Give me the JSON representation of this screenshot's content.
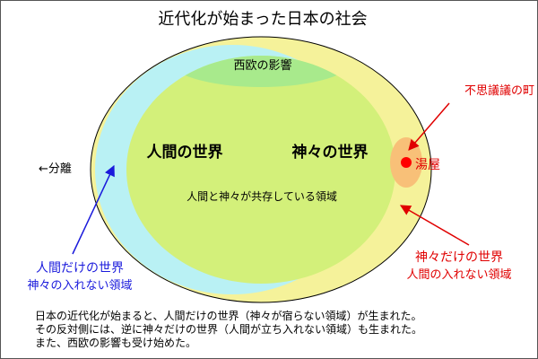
{
  "title": "近代化が始まった日本の社会",
  "colors": {
    "outer_fill": "#f5f29a",
    "human_region_fill": "#b9f1f4",
    "overlap_fill": "#d3f07a",
    "west_influence_fill": "#a8ea8c",
    "yuya_glow": "#f8c078",
    "yuya_dot": "#ff0000",
    "red_text": "#e00000",
    "blue_text": "#1a1adc"
  },
  "regions": {
    "west_influence": "西欧の影響",
    "human_world": "人間の世界",
    "gods_world": "神々の世界",
    "coexist": "人間と神々が共存している領域"
  },
  "labels": {
    "separation": "←分離",
    "mysterious_town": "不思議議の町",
    "yuya": "湯屋",
    "gods_only_title": "神々だけの世界",
    "gods_only_sub": "人間の入れない領域",
    "human_only_title": "人間だけの世界",
    "human_only_sub": "神々の入れない領域"
  },
  "caption": [
    "日本の近代化が始まると、人間だけの世界（神々が宿らない領域）が生まれた。",
    "その反対側には、逆に神々だけの世界（人間が立ち入れない領域）も生まれた。",
    "また、西欧の影響も受け始めた。"
  ]
}
